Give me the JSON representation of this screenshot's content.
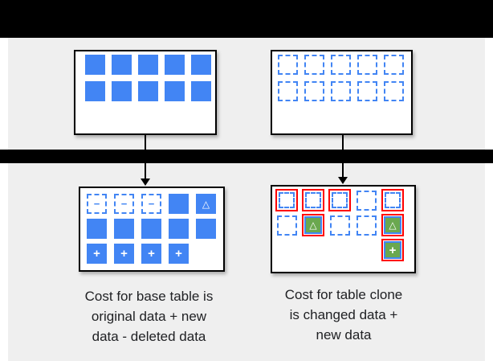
{
  "colors": {
    "blue": "#4285F4",
    "green": "#6AA84F",
    "red": "#FF0000",
    "bar_black": "#000000",
    "canvas_gray": "#EFEFEF",
    "panel_white": "#FFFFFF",
    "border_black": "#000000",
    "text": "#202124"
  },
  "glyphs": {
    "minus": "−",
    "plus": "+",
    "triangle": "△"
  },
  "panels": {
    "base_table_before": {
      "rows": [
        [
          "solid",
          "solid",
          "solid",
          "solid",
          "solid"
        ],
        [
          "solid",
          "solid",
          "solid",
          "solid",
          "solid"
        ]
      ]
    },
    "table_clone_before": {
      "rows": [
        [
          "dashed",
          "dashed",
          "dashed",
          "dashed",
          "dashed"
        ],
        [
          "dashed",
          "dashed",
          "dashed",
          "dashed",
          "dashed"
        ]
      ]
    },
    "base_table_after": {
      "rows": [
        [
          "dashed-minus",
          "dashed-minus",
          "dashed-minus",
          "solid",
          "solid-triangle"
        ],
        [
          "solid",
          "solid",
          "solid",
          "solid",
          "solid"
        ],
        [
          "solid-plus",
          "solid-plus",
          "solid-plus",
          "solid-plus",
          "empty"
        ]
      ]
    },
    "table_clone_after": {
      "rows": [
        [
          "dashed-red",
          "dashed-red",
          "dashed-red",
          "dashed",
          "dashed-red"
        ],
        [
          "dashed",
          "green-triangle-red",
          "dashed",
          "dashed",
          "green-triangle-red"
        ],
        [
          "empty",
          "empty",
          "empty",
          "empty",
          "green-plus-red"
        ]
      ]
    }
  },
  "captions": {
    "base_table": {
      "lines": [
        "Cost for base table is",
        "original data + new",
        "data - deleted data"
      ]
    },
    "table_clone": {
      "lines": [
        "Cost for table clone",
        "is changed data +",
        "new data"
      ]
    }
  }
}
